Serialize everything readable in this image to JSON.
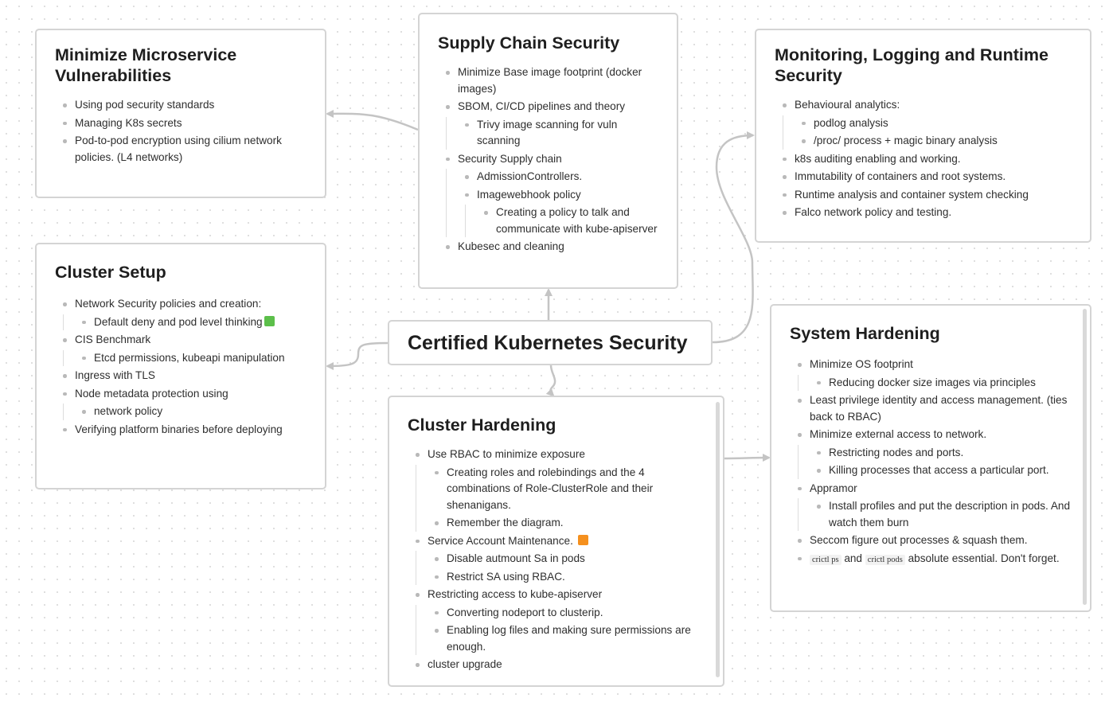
{
  "root": {
    "title": "Certified Kubernetes Security"
  },
  "nodes": {
    "microservice": {
      "title": "Minimize Microservice Vulnerabilities",
      "items": [
        "Using pod security standards",
        "Managing K8s secrets",
        "Pod-to-pod encryption using cilium network policies. (L4 networks)"
      ]
    },
    "supply_chain": {
      "title": "Supply Chain Security",
      "items": [
        "Minimize Base image footprint (docker images)",
        "SBOM, CI/CD pipelines and theory",
        "Trivy image scanning for vuln scanning",
        "Security Supply chain",
        "AdmissionControllers.",
        "Imagewebhook policy",
        "Creating a policy to talk and communicate with kube-apiserver",
        "Kubesec and cleaning"
      ]
    },
    "monitoring": {
      "title": "Monitoring, Logging and Runtime Security",
      "items": [
        "Behavioural analytics:",
        "podlog analysis",
        "/proc/ process + magic binary analysis",
        "k8s auditing enabling and working.",
        "Immutability of containers and root systems.",
        "Runtime analysis and container system checking",
        "Falco network policy and testing."
      ]
    },
    "cluster_setup": {
      "title": "Cluster Setup",
      "items": [
        "Network Security policies and creation:",
        "Default deny and pod level thinking",
        "CIS Benchmark",
        "Etcd permissions, kubeapi manipulation",
        "Ingress with TLS",
        "Node metadata protection using",
        "network policy",
        "Verifying platform binaries before deploying"
      ],
      "badge_color": "#5cbf4a"
    },
    "cluster_hardening": {
      "title": "Cluster Hardening",
      "items": [
        "Use RBAC to minimize exposure",
        "Creating roles and rolebindings and the 4 combinations of Role-ClusterRole and their shenanigans.",
        "Remember the diagram.",
        "Service Account Maintenance.",
        "Disable autmount Sa in pods",
        "Restrict SA using RBAC.",
        "Restricting access to kube-apiserver",
        "Converting nodeport to clusterip.",
        "Enabling log files and making sure permissions are enough.",
        "cluster upgrade"
      ],
      "badge_color": "#f5901e"
    },
    "system_hardening": {
      "title": "System Hardening",
      "items": [
        "Minimize OS footprint",
        "Reducing docker size images via principles",
        "Least privilege identity and access management. (ties back to RBAC)",
        "Minimize external access to network.",
        "Restricting nodes and ports.",
        "Killing processes that access a particular port.",
        "Appramor",
        "Install profiles and put the description in pods. And watch them burn",
        "Seccom figure out processes & squash them."
      ],
      "last_item": {
        "code1": "crictl ps",
        "and": "and",
        "code2": "crictl pods",
        "rest": "absolute essential. Don't forget."
      }
    }
  },
  "edge_color": "#c4c4c4"
}
